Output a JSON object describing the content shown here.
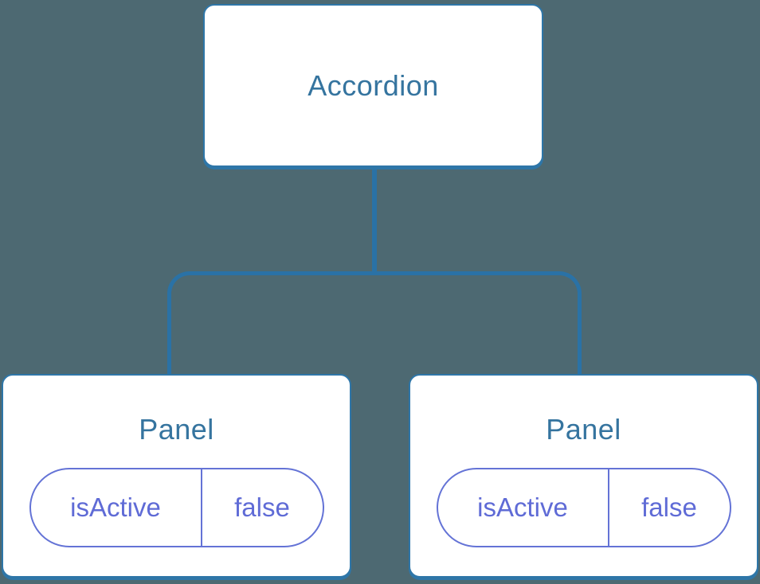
{
  "diagram": {
    "type": "component-tree",
    "root": {
      "label": "Accordion"
    },
    "children": [
      {
        "label": "Panel",
        "state": {
          "key": "isActive",
          "value": "false"
        }
      },
      {
        "label": "Panel",
        "state": {
          "key": "isActive",
          "value": "false"
        }
      }
    ]
  },
  "colors": {
    "background": "#4d6972",
    "connector_line": "#2a72a6",
    "node_border": "#2e76a8",
    "node_background": "#ffffff",
    "node_title_text": "#35749f",
    "state_pill_border": "#6473d6",
    "state_pill_text": "#5f6bd6"
  }
}
